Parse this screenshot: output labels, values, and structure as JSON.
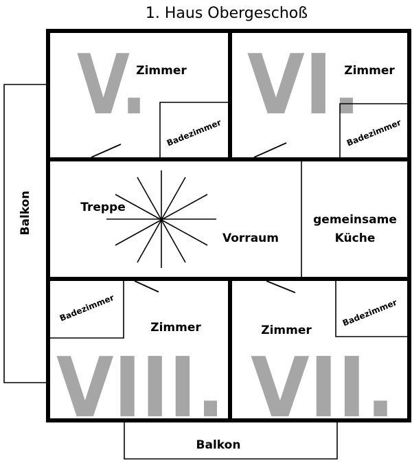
{
  "title": "1. Haus Obergeschoß",
  "rooms": {
    "v": {
      "numeral": "V.",
      "label": "Zimmer",
      "bath": "Badezimmer"
    },
    "vi": {
      "numeral": "VI.",
      "label": "Zimmer",
      "bath": "Badezimmer"
    },
    "vii": {
      "numeral": "VII.",
      "label": "Zimmer",
      "bath": "Badezimmer"
    },
    "viii": {
      "numeral": "VIII.",
      "label": "Zimmer",
      "bath": "Badezimmer"
    }
  },
  "hall": {
    "stairs": "Treppe",
    "lobby": "Vorraum"
  },
  "kitchen": {
    "line1": "gemeinsame",
    "line2": "Küche"
  },
  "balconies": {
    "left": "Balkon",
    "bottom": "Balkon"
  }
}
